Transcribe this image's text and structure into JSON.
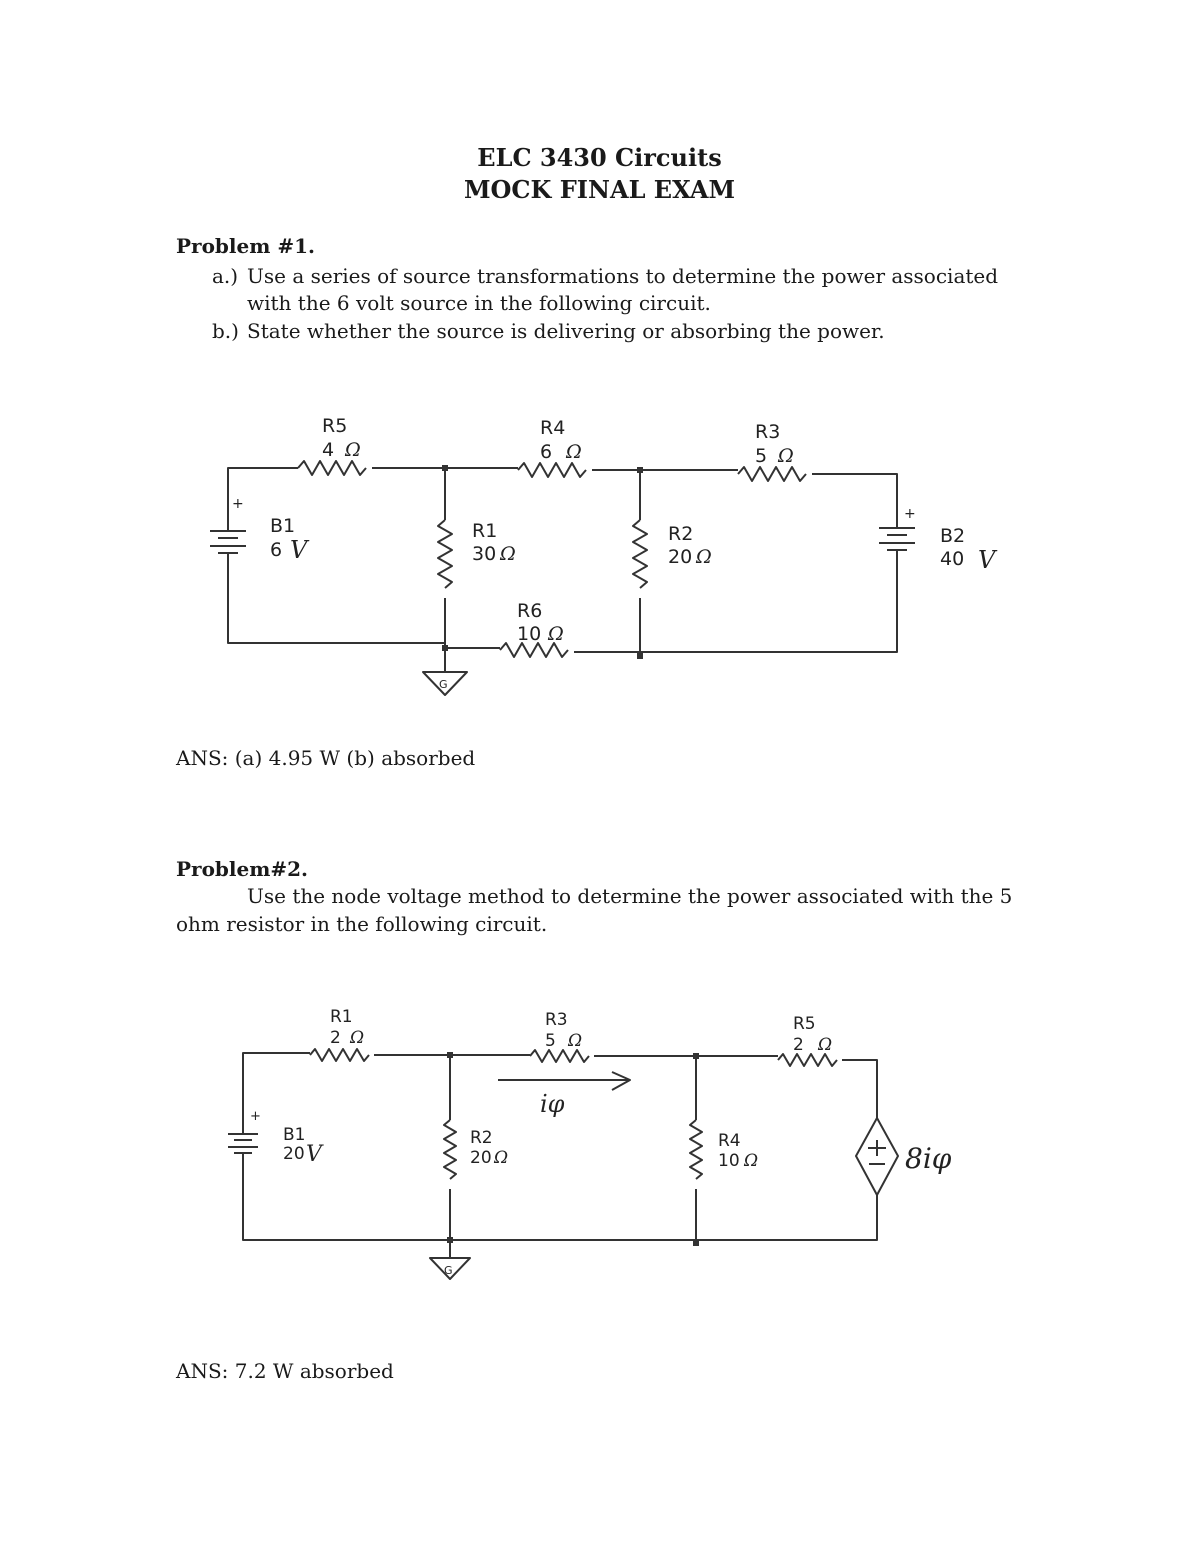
{
  "header": {
    "course": "ELC 3430 Circuits",
    "exam": "MOCK FINAL EXAM"
  },
  "problem1": {
    "heading": "Problem #1.",
    "part_a_label": "a.)",
    "part_a_line1": "Use a series of source transformations to determine the power associated",
    "part_a_line2": "with the 6 volt source in the following circuit.",
    "part_b_label": "b.)",
    "part_b_line1": "State whether the source is delivering or absorbing the power.",
    "circuit": {
      "R5": {
        "name": "R5",
        "value": "4"
      },
      "R4": {
        "name": "R4",
        "value": "6"
      },
      "R3": {
        "name": "R3",
        "value": "5"
      },
      "R1": {
        "name": "R1",
        "value": "30"
      },
      "R2": {
        "name": "R2",
        "value": "20"
      },
      "R6": {
        "name": "R6",
        "value": "10"
      },
      "B1": {
        "name": "B1",
        "value": "6"
      },
      "B2": {
        "name": "B2",
        "value": "40"
      },
      "ground": "G",
      "plus": "+",
      "ohm": "Ω",
      "volt": "V"
    },
    "answer": "ANS: (a) 4.95 W  (b) absorbed"
  },
  "problem2": {
    "heading": "Problem#2.",
    "line1": "Use the node voltage method to determine the power associated with the 5",
    "line2": "ohm resistor in the following circuit.",
    "circuit": {
      "R1": {
        "name": "R1",
        "value": "2"
      },
      "R3": {
        "name": "R3",
        "value": "5"
      },
      "R5": {
        "name": "R5",
        "value": "2"
      },
      "R2": {
        "name": "R2",
        "value": "20"
      },
      "R4": {
        "name": "R4",
        "value": "10"
      },
      "B1": {
        "name": "B1",
        "value": "20"
      },
      "current_label": "iφ",
      "dependent_source": "8iφ",
      "ground": "G",
      "plus": "+",
      "ohm": "Ω",
      "volt": "V"
    },
    "answer": "ANS: 7.2 W absorbed"
  }
}
